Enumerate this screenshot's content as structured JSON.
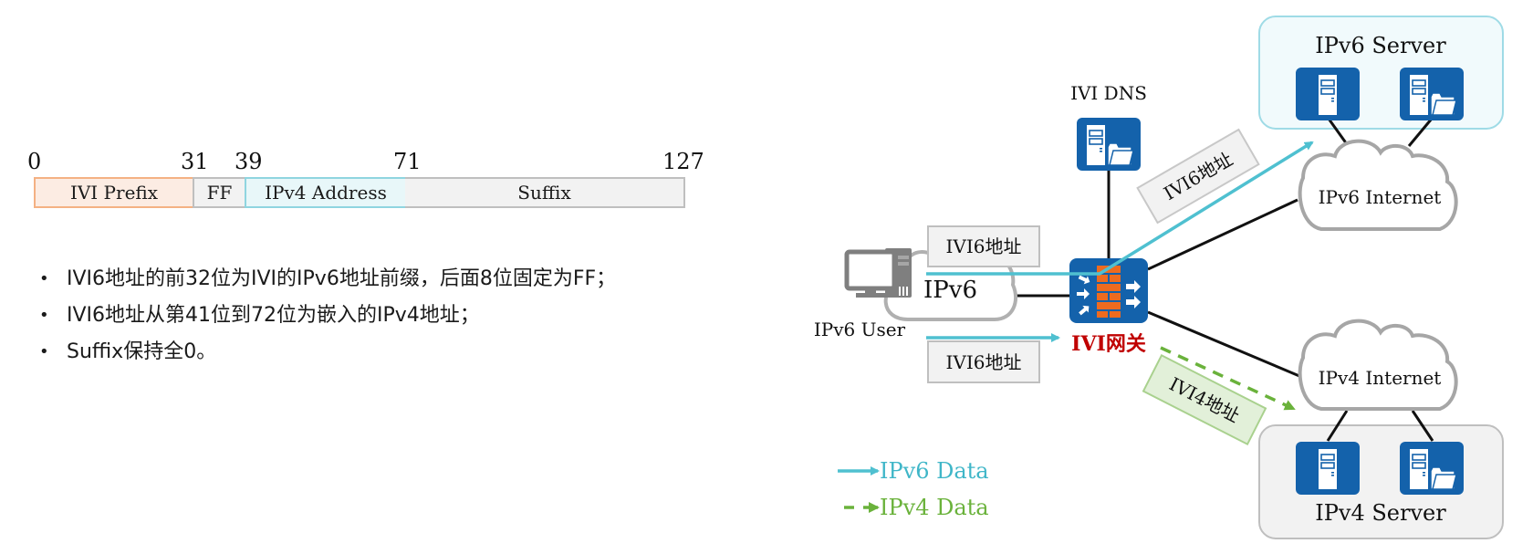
{
  "bit_layout": {
    "bit_numbers": [
      "0",
      "31",
      "39",
      "71",
      "127"
    ],
    "segments": [
      {
        "label": "IVI Prefix",
        "fill": "#fcece3",
        "border": "#f4b183"
      },
      {
        "label": "FF",
        "fill": "#f2f2f2",
        "border": "#bfbfbf"
      },
      {
        "label": "IPv4 Address",
        "fill": "#e8f7f9",
        "border": "#8fd5e0"
      },
      {
        "label": "Suffix",
        "fill": "#f2f2f2",
        "border": "#bfbfbf"
      }
    ]
  },
  "bullets": [
    "IVI6地址的前32位为IVI的IPv6地址前缀，后面8位固定为FF；",
    "IVI6地址从第41位到72位为嵌入的IPv4地址；",
    "Suffix保持全0。"
  ],
  "diagram": {
    "dns_label": "IVI DNS",
    "user_label": "IPv6 User",
    "ipv6_cloud_label": "IPv6",
    "gateway_label": "IVI网关",
    "ipv6_internet_label": "IPv6 Internet",
    "ipv4_internet_label": "IPv4 Internet",
    "ipv6_server_group_label": "IPv6 Server",
    "ipv4_server_group_label": "IPv4 Server",
    "addr_tag_upper": "IVI6地址",
    "addr_tag_lower": "IVI6地址",
    "addr_tag_to_ipv6": "IVI6地址",
    "addr_tag_to_ipv4": "IVI4地址"
  },
  "legend": {
    "ipv6": "IPv6 Data",
    "ipv4": "IPv4 Data"
  },
  "colors": {
    "ipv6_data": "#4fc0d0",
    "ipv4_data": "#6ab23b",
    "device_blue": "#1462ab",
    "firewall_orange": "#ee6b1f",
    "gateway_label_red": "#c00000",
    "cloud_stroke": "#a6a6a6"
  }
}
